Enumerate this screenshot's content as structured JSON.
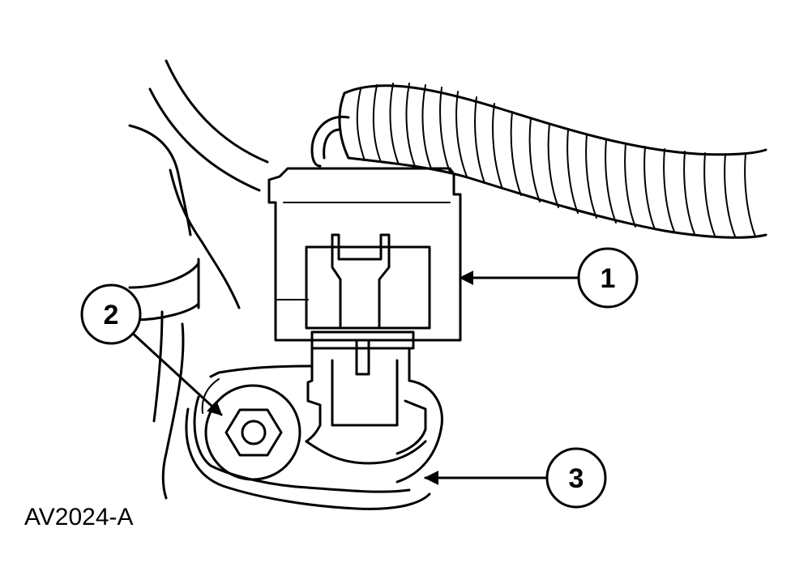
{
  "figure": {
    "reference_code": "AV2024-A"
  },
  "callouts": [
    {
      "number": "1"
    },
    {
      "number": "2"
    },
    {
      "number": "3"
    }
  ]
}
